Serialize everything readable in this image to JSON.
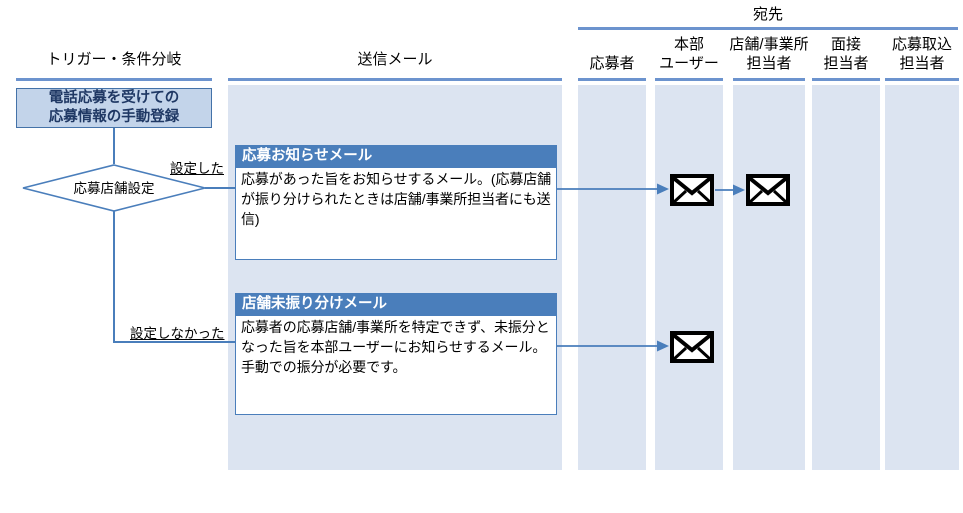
{
  "diagram": {
    "group_header": {
      "label": "宛先"
    },
    "columns": [
      {
        "id": "trigger",
        "label": "トリガー・条件分岐"
      },
      {
        "id": "mail",
        "label": "送信メール"
      },
      {
        "id": "applicant",
        "label": "応募者"
      },
      {
        "id": "hq-user",
        "label": "本部\nユーザー"
      },
      {
        "id": "store-staff",
        "label": "店舗/事業所\n担当者"
      },
      {
        "id": "interviewer",
        "label": "面接\n担当者"
      },
      {
        "id": "intake-staff",
        "label": "応募取込\n担当者"
      }
    ],
    "trigger": {
      "label": "電話応募を受けての\n応募情報の手動登録"
    },
    "decision": {
      "label": "応募店舗設定",
      "branch_yes": "設定した",
      "branch_no": "設定しなかった"
    },
    "mails": [
      {
        "id": "apply-notice",
        "title": "応募お知らせメール",
        "body": "応募があった旨をお知らせするメール。(応募店舗が振り分けられたときは店舗/事業所担当者にも送信)",
        "recipients": [
          "hq-user",
          "store-staff"
        ]
      },
      {
        "id": "unassigned-store",
        "title": "店舗未振り分けメール",
        "body": "応募者の応募店舗/事業所を特定できず、未振分となった旨を本部ユーザーにお知らせするメール。手動での振分が必要です。",
        "recipients": [
          "hq-user"
        ]
      }
    ],
    "icons": {
      "envelope": "envelope-icon",
      "arrow": "arrow-right-icon"
    },
    "colors": {
      "accent": "#4A7EBB",
      "band": "#DCE4F1",
      "rule": "#6C93CE",
      "trigger_fill": "#C3D4EA",
      "trigger_border": "#4472A8",
      "trigger_text": "#1F3864",
      "card_border": "#4A7EBB",
      "card_header": "#4A7EBB"
    }
  }
}
